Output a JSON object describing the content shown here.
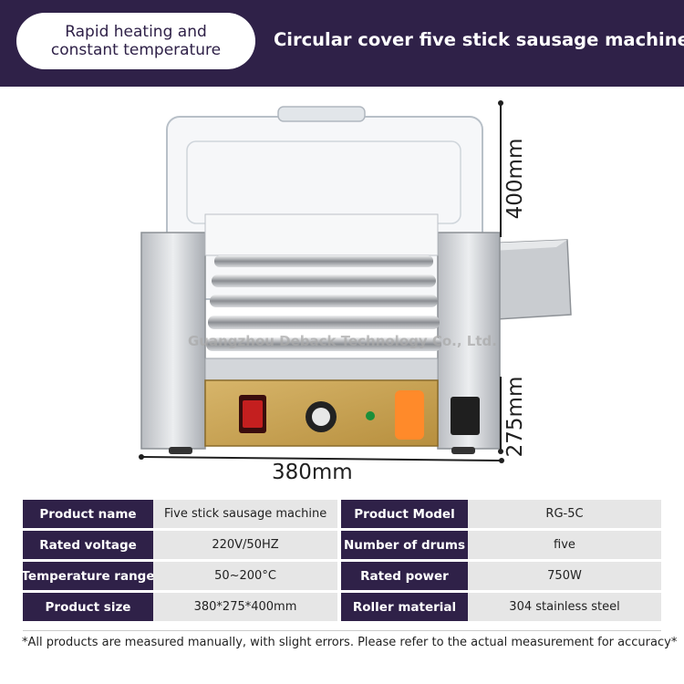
{
  "header": {
    "badge_text": "Rapid heating and\nconstant temperature",
    "headline": "Circular cover five stick sausage machine"
  },
  "product": {
    "watermark": "Guangzhou Deback Technology Co., Ltd.",
    "dimensions": {
      "width": "380mm",
      "height_total": "400mm",
      "height_body": "275mm"
    }
  },
  "specs": [
    {
      "label": "Product name",
      "value": "Five stick sausage machine"
    },
    {
      "label": "Product Model",
      "value": "RG-5C"
    },
    {
      "label": "Rated voltage",
      "value": "220V/50HZ"
    },
    {
      "label": "Number of drums",
      "value": "five"
    },
    {
      "label": "Temperature range",
      "value": "50~200°C"
    },
    {
      "label": "Rated power",
      "value": "750W"
    },
    {
      "label": "Product size",
      "value": "380*275*400mm"
    },
    {
      "label": "Roller material",
      "value": "304 stainless steel"
    }
  ],
  "footnote": "*All products are measured manually, with slight errors. Please refer to the actual measurement for accuracy*",
  "colors": {
    "brand": "#2f2148",
    "cell_bg": "#e6e6e6"
  }
}
